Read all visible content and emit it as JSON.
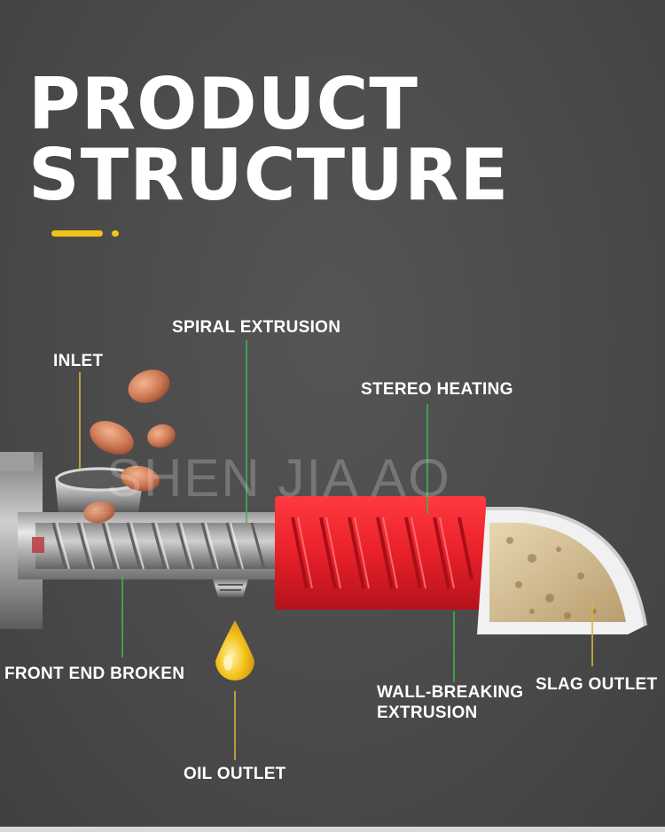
{
  "title": {
    "line1": "PRODUCT",
    "line2": "STRUCTURE"
  },
  "watermark": "SHEN JIA AO",
  "labels": {
    "inlet": "INLET",
    "spiral_extrusion": "SPIRAL EXTRUSION",
    "stereo_heating": "STEREO HEATING",
    "front_end_broken": "FRONT END BROKEN",
    "wall_breaking_line1": "WALL-BREAKING",
    "wall_breaking_line2": "EXTRUSION",
    "slag_outlet": "SLAG OUTLET",
    "oil_outlet": "OIL OUTLET"
  },
  "colors": {
    "accent": "#f0c419",
    "heater": "#e8202a",
    "leader_yellow": "#d9b43a",
    "leader_green": "#3cb64a"
  }
}
